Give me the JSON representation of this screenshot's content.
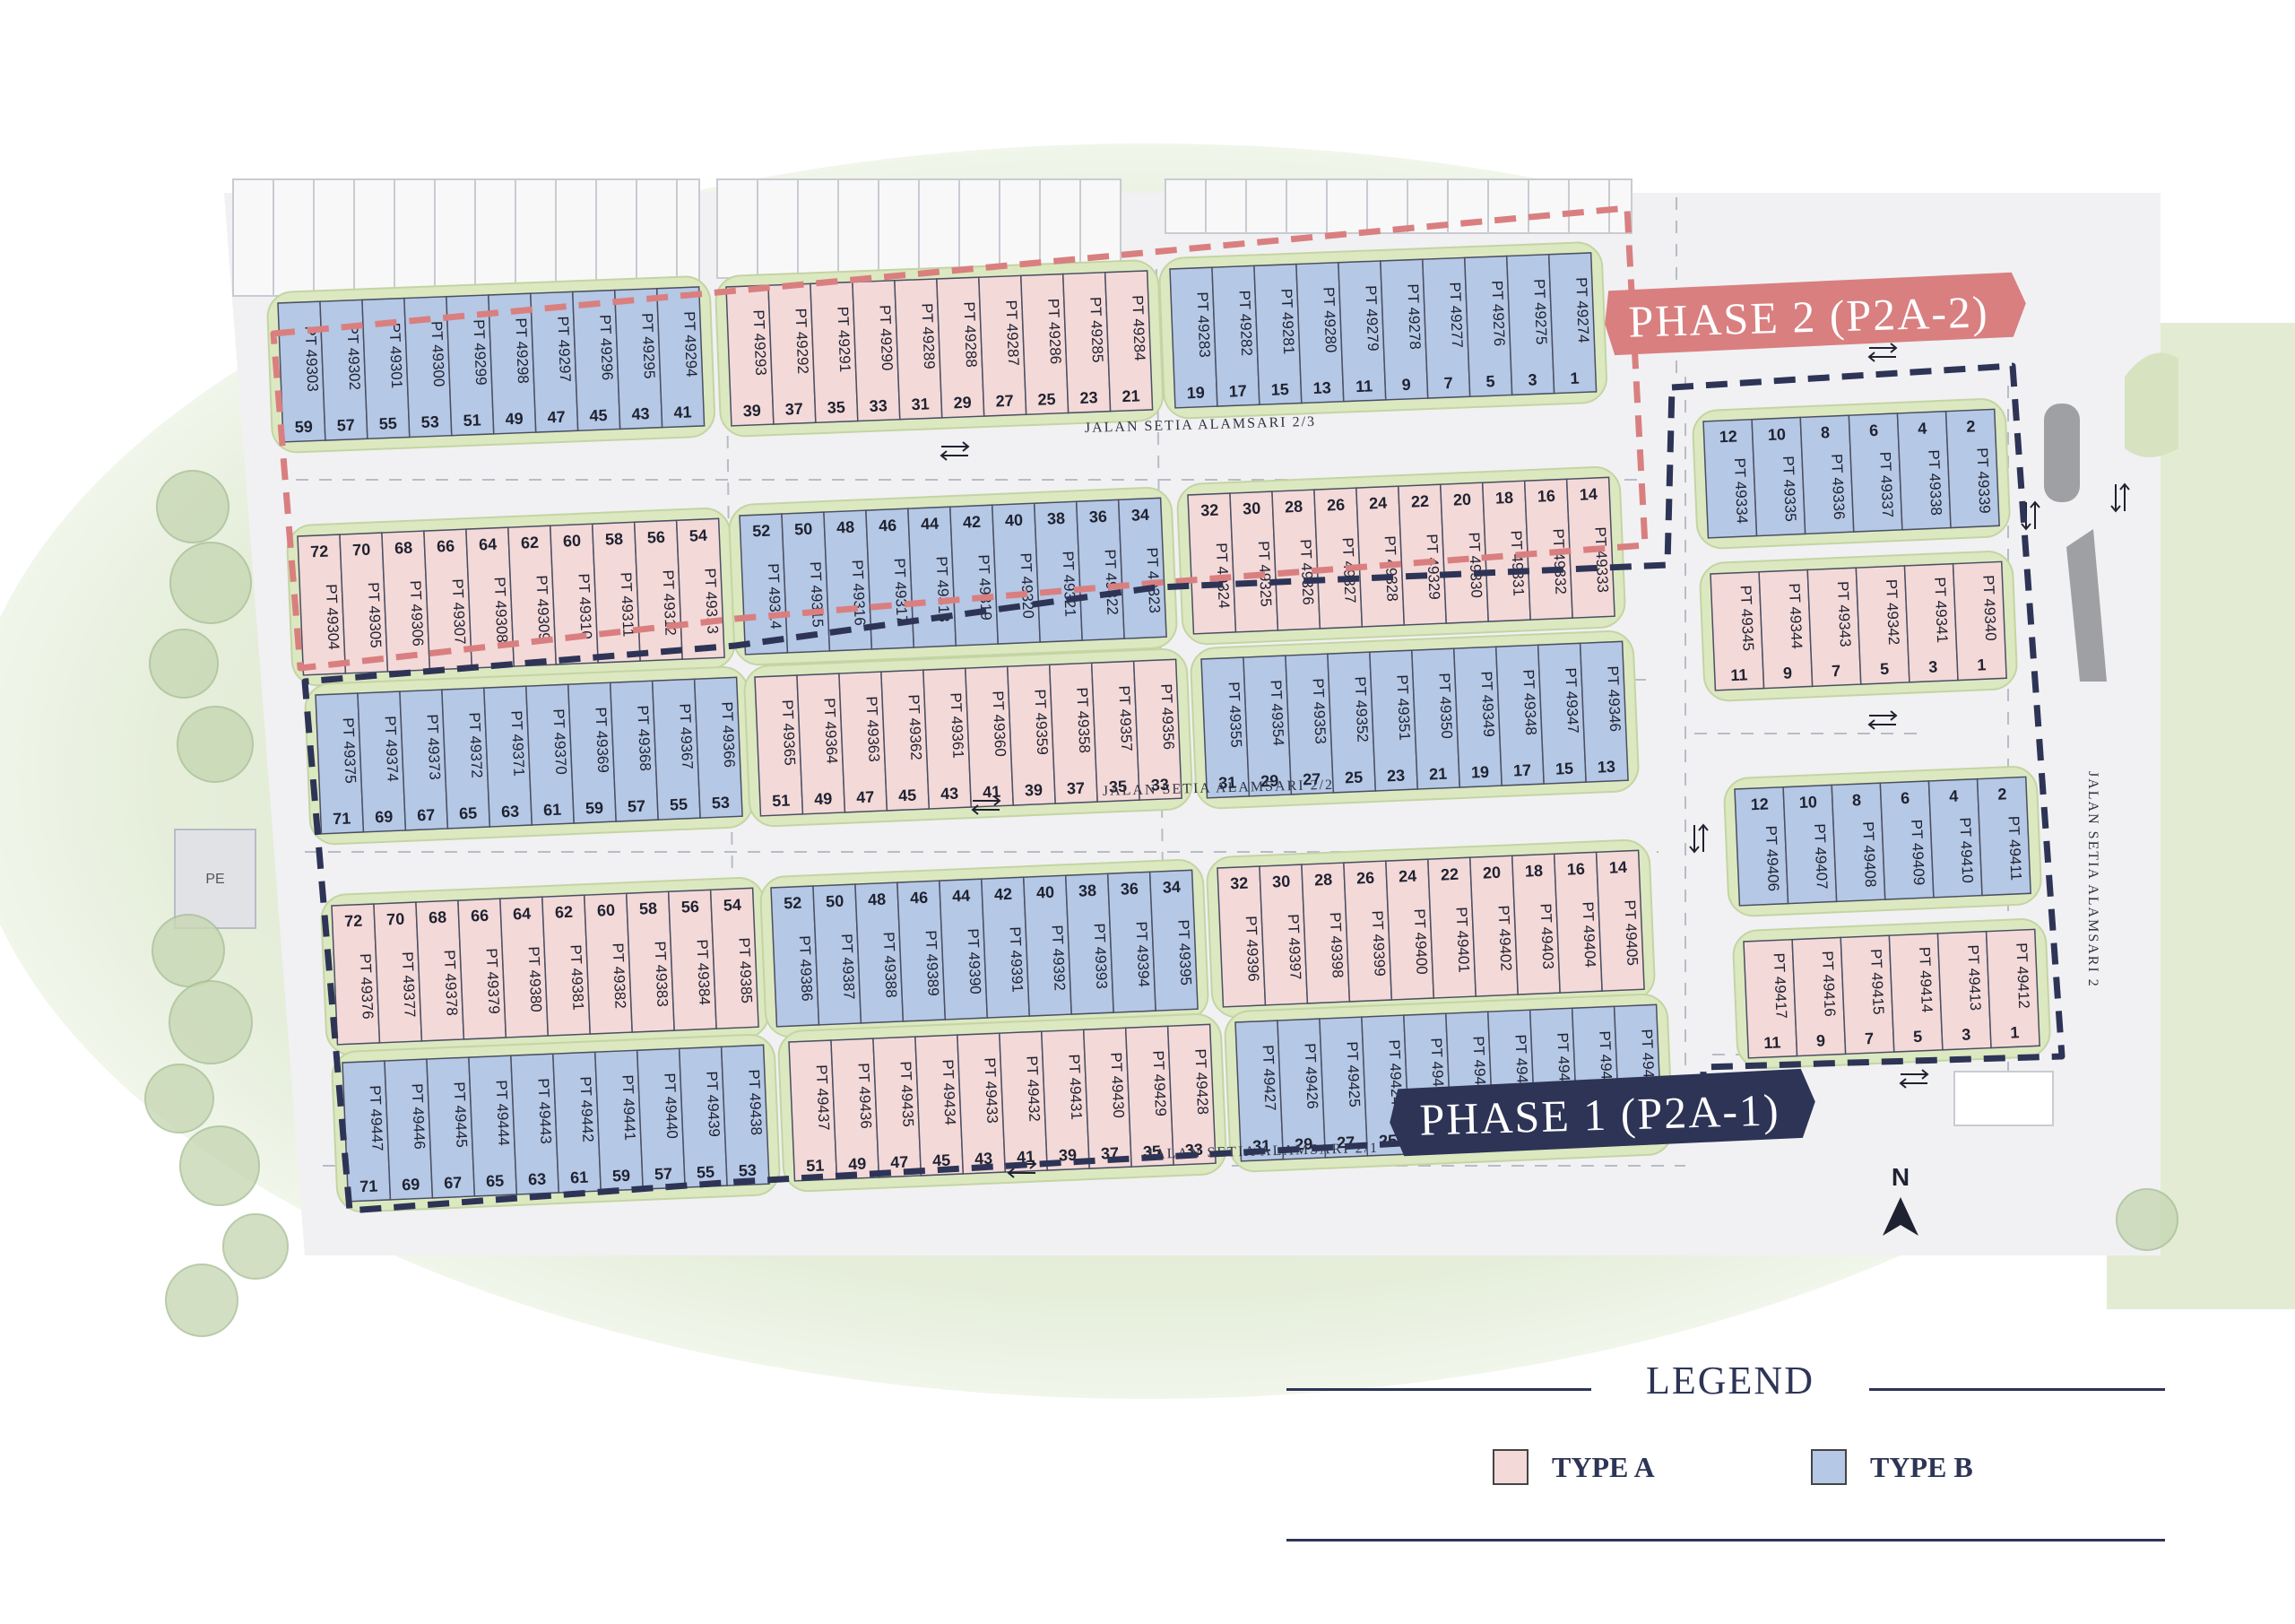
{
  "colors": {
    "type_a": "#f4d9d9",
    "type_b": "#b5c8e6",
    "phase1": "#2d3456",
    "phase2": "#d97f80",
    "road": "#ececee",
    "grass": "#dce8c0",
    "lot_stroke": "#4a4f62"
  },
  "phases": {
    "phase1": {
      "label": "PHASE 1 (P2A-1)"
    },
    "phase2": {
      "label": "PHASE 2 (P2A-2)"
    }
  },
  "roads": {
    "road_2_3": "JALAN SETIA ALAMSARI 2/3",
    "road_2_2": "JALAN SETIA ALAMSARI 2/2",
    "road_2_1": "JALAN SETIA ALAMSARI 2/1",
    "road_2": "JALAN SETIA ALAMSARI 2"
  },
  "pe_label": "PE",
  "north_label": "N",
  "legend": {
    "title": "LEGEND",
    "items": [
      {
        "label": "TYPE A",
        "type": "A"
      },
      {
        "label": "TYPE B",
        "type": "B"
      }
    ]
  },
  "lot_prefix": "PT",
  "blocks": [
    {
      "id": "p2-r1-a",
      "type": "B",
      "pt_start": 49303,
      "pt_dir": -1,
      "lot_start": 59,
      "lot_step": -2,
      "count": 10,
      "num_pos": "bottom"
    },
    {
      "id": "p2-r1-b",
      "type": "A",
      "pt_start": 49293,
      "pt_dir": -1,
      "lot_start": 39,
      "lot_step": -2,
      "count": 10,
      "num_pos": "bottom"
    },
    {
      "id": "p2-r1-c",
      "type": "B",
      "pt_start": 49283,
      "pt_dir": -1,
      "lot_start": 19,
      "lot_step": -2,
      "count": 10,
      "num_pos": "bottom"
    },
    {
      "id": "p2-r2-a",
      "type": "A",
      "pt_start": 49304,
      "pt_dir": 1,
      "lot_start": 72,
      "lot_step": -2,
      "count": 10,
      "num_pos": "top"
    },
    {
      "id": "p2-r2-b",
      "type": "B",
      "pt_start": 49314,
      "pt_dir": 1,
      "lot_start": 52,
      "lot_step": -2,
      "count": 10,
      "num_pos": "top"
    },
    {
      "id": "p2-r2-c",
      "type": "A",
      "pt_start": 49324,
      "pt_dir": 1,
      "lot_start": 32,
      "lot_step": -2,
      "count": 10,
      "num_pos": "top"
    },
    {
      "id": "p1-e1",
      "type": "B",
      "pt_start": 49334,
      "pt_dir": 1,
      "lot_start": 12,
      "lot_step": -2,
      "count": 6,
      "num_pos": "top"
    },
    {
      "id": "p1-e2",
      "type": "A",
      "pt_start": 49345,
      "pt_dir": -1,
      "lot_start": 11,
      "lot_step": -2,
      "count": 6,
      "num_pos": "bottom"
    },
    {
      "id": "p1-r3-a",
      "type": "B",
      "pt_start": 49375,
      "pt_dir": -1,
      "lot_start": 71,
      "lot_step": -2,
      "count": 10,
      "num_pos": "bottom"
    },
    {
      "id": "p1-r3-b",
      "type": "A",
      "pt_start": 49365,
      "pt_dir": -1,
      "lot_start": 51,
      "lot_step": -2,
      "count": 10,
      "num_pos": "bottom"
    },
    {
      "id": "p1-r3-c",
      "type": "B",
      "pt_start": 49355,
      "pt_dir": -1,
      "lot_start": 31,
      "lot_step": -2,
      "count": 10,
      "num_pos": "bottom"
    },
    {
      "id": "p1-e3",
      "type": "B",
      "pt_start": 49406,
      "pt_dir": 1,
      "lot_start": 12,
      "lot_step": -2,
      "count": 6,
      "num_pos": "top"
    },
    {
      "id": "p1-e4",
      "type": "A",
      "pt_start": 49417,
      "pt_dir": -1,
      "lot_start": 11,
      "lot_step": -2,
      "count": 6,
      "num_pos": "bottom"
    },
    {
      "id": "p1-r4-a",
      "type": "A",
      "pt_start": 49376,
      "pt_dir": 1,
      "lot_start": 72,
      "lot_step": -2,
      "count": 10,
      "num_pos": "top"
    },
    {
      "id": "p1-r4-b",
      "type": "B",
      "pt_start": 49386,
      "pt_dir": 1,
      "lot_start": 52,
      "lot_step": -2,
      "count": 10,
      "num_pos": "top"
    },
    {
      "id": "p1-r4-c",
      "type": "A",
      "pt_start": 49396,
      "pt_dir": 1,
      "lot_start": 32,
      "lot_step": -2,
      "count": 10,
      "num_pos": "top"
    },
    {
      "id": "p1-r5-a",
      "type": "B",
      "pt_start": 49447,
      "pt_dir": -1,
      "lot_start": 71,
      "lot_step": -2,
      "count": 10,
      "num_pos": "bottom"
    },
    {
      "id": "p1-r5-b",
      "type": "A",
      "pt_start": 49437,
      "pt_dir": -1,
      "lot_start": 51,
      "lot_step": -2,
      "count": 10,
      "num_pos": "bottom"
    },
    {
      "id": "p1-r5-c",
      "type": "B",
      "pt_start": 49427,
      "pt_dir": -1,
      "lot_start": 31,
      "lot_step": -2,
      "count": 10,
      "num_pos": "bottom"
    }
  ]
}
